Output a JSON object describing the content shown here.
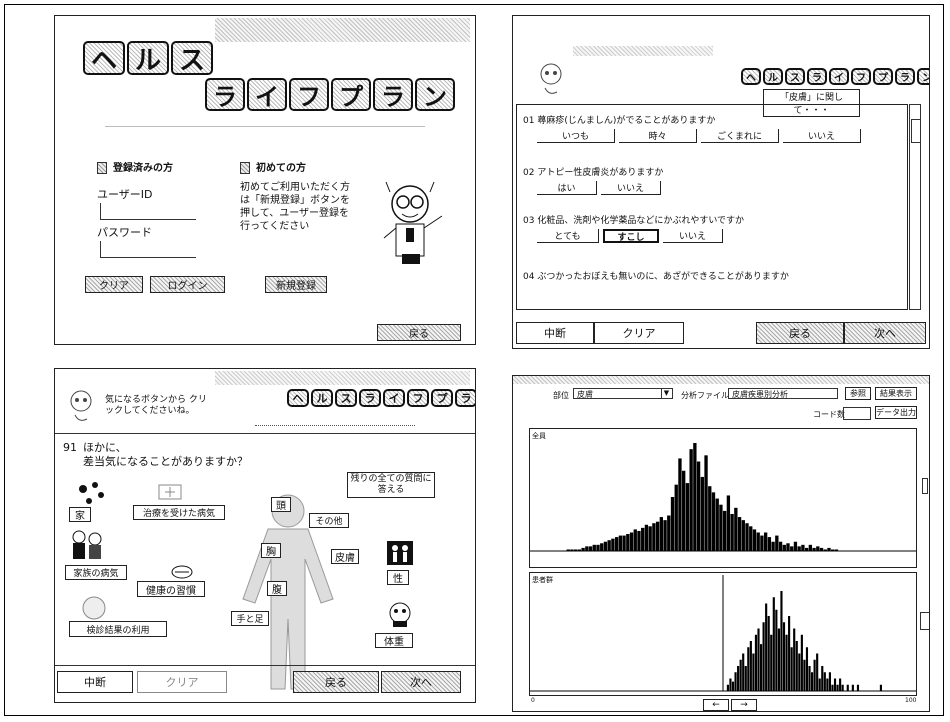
{
  "login": {
    "title_line1": "ヘルス",
    "title_line2": "ライフプラン",
    "registered_heading": "登録済みの方",
    "first_time_heading": "初めての方",
    "user_id_label": "ユーザーID",
    "password_label": "パスワード",
    "first_time_text": "初めてご利用いただく方は「新規登録」ボタンを押して、ユーザー登録を行ってください",
    "clear_button": "クリア",
    "login_button": "ログイン",
    "register_button": "新規登録",
    "back_button": "戻る"
  },
  "questionnaire": {
    "header_badge": "ヘルスライフプラン",
    "subtitle": "「皮膚」に関して・・・",
    "questions": [
      {
        "num": "01",
        "text": "蕁麻疹(じんましん)がでることがありますか",
        "options": [
          "いつも",
          "時々",
          "ごくまれに",
          "いいえ"
        ]
      },
      {
        "num": "02",
        "text": "アトピー性皮膚炎がありますか",
        "options": [
          "はい",
          "いいえ"
        ]
      },
      {
        "num": "03",
        "text": "化粧品、洗剤や化学薬品などにかぶれやすいですか",
        "options": [
          "とても",
          "すこし",
          "いいえ"
        ]
      },
      {
        "num": "04",
        "text": "ぶつかったおぼえも無いのに、あざができることがありますか",
        "options": []
      }
    ],
    "pause_button": "中断",
    "clear_button": "クリア",
    "back_button": "戻る",
    "next_button": "次へ"
  },
  "body_map": {
    "instruction": "気になるボタンから クリックしてくださいね。",
    "header_badge": "ヘルスライフプラン",
    "question_num": "91",
    "question_text": "ほかに、\n 差当気になることがありますか？",
    "answer_all": "残りの全ての質問に答える",
    "buttons": {
      "family": "家",
      "past_illness": "治療を受けた病気",
      "family_illness": "家族の病気",
      "habits": "健康の習慣",
      "checkup": "検診結果の利用",
      "head": "頭",
      "other": "その他",
      "chest": "胸",
      "abdomen": "腹",
      "skin": "皮膚",
      "limbs": "手と足",
      "gender": "性",
      "weight": "体重"
    },
    "pause_button": "中断",
    "clear_button": "クリア",
    "back_button": "戻る",
    "next_button": "次へ"
  },
  "analysis": {
    "dept_label": "部位",
    "dept_value": "皮膚",
    "file_label": "分析ファイル",
    "file_value": "皮膚疾患別分析",
    "browse_button": "参照",
    "result_button": "結果表示",
    "print_button": "データ出力",
    "count_label": "コード数",
    "top_panel_label": "全員",
    "bottom_panel_label": "患者群",
    "x_min": "0",
    "x_max": "100",
    "prev_button": "←",
    "next_button": "→"
  },
  "chart_data": [
    {
      "type": "bar",
      "title": "全員",
      "values": [
        0,
        0,
        0,
        0,
        0,
        0,
        0,
        0,
        0,
        1,
        1,
        1,
        1,
        2,
        3,
        3,
        4,
        4,
        5,
        6,
        7,
        8,
        9,
        10,
        10,
        11,
        12,
        14,
        13,
        15,
        17,
        16,
        18,
        19,
        22,
        20,
        23,
        35,
        43,
        60,
        52,
        44,
        66,
        70,
        58,
        48,
        62,
        42,
        38,
        34,
        30,
        26,
        36,
        24,
        28,
        22,
        20,
        18,
        16,
        14,
        12,
        10,
        12,
        9,
        6,
        10,
        6,
        4,
        5,
        3,
        6,
        3,
        4,
        2,
        4,
        2,
        3,
        2,
        1,
        2,
        1,
        1,
        0,
        0,
        0,
        0,
        0,
        0,
        0,
        0,
        0,
        0,
        0,
        0,
        0,
        0,
        0,
        0,
        0,
        0,
        0,
        0
      ]
    },
    {
      "type": "bar",
      "title": "患者群",
      "values": [
        0,
        0,
        0,
        0,
        0,
        0,
        0,
        0,
        0,
        0,
        0,
        0,
        0,
        0,
        0,
        0,
        0,
        0,
        0,
        0,
        0,
        0,
        0,
        0,
        0,
        0,
        0,
        0,
        0,
        0,
        0,
        0,
        0,
        0,
        0,
        0,
        0,
        0,
        0,
        0,
        0,
        0,
        0,
        0,
        0,
        0,
        0,
        0,
        0,
        0,
        0,
        0,
        0,
        0,
        0,
        0,
        0,
        0,
        0,
        0,
        0,
        0,
        0,
        0,
        0,
        0,
        0,
        0,
        0,
        0,
        0,
        0,
        0,
        0,
        0,
        0,
        2,
        4,
        3,
        6,
        8,
        10,
        12,
        8,
        14,
        16,
        12,
        18,
        20,
        15,
        22,
        28,
        24,
        18,
        30,
        26,
        20,
        32,
        22,
        18,
        24,
        14,
        20,
        16,
        12,
        18,
        10,
        14,
        8,
        6,
        10,
        12,
        4,
        8,
        6,
        4,
        6,
        2,
        4,
        2,
        4,
        2,
        0,
        2,
        0,
        2,
        0,
        2,
        0,
        0,
        0,
        0,
        0,
        0,
        0,
        0,
        2,
        0,
        0,
        0,
        0,
        0,
        0,
        0,
        0,
        0,
        0,
        0,
        0
      ]
    }
  ]
}
